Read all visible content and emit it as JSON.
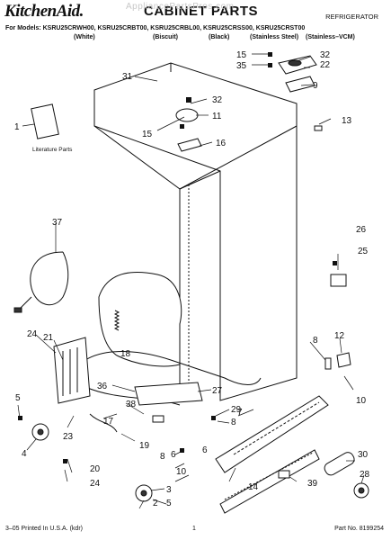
{
  "header": {
    "brand": "KitchenAid.",
    "title": "CABINET PARTS",
    "appliance": "REFRIGERATOR",
    "models": "For Models: KSRU25CRWH00, KSRU25CRBT00, KSRU25CRBL00, KSRU25CRSS00, KSRU25CRST00",
    "colors": [
      "(White)",
      "(Biscuit)",
      "(Black)",
      "(Stainless Steel)",
      "(Stainless–VCM)"
    ],
    "watermark": "AppliancePartsPros.com"
  },
  "diagram": {
    "literature_label": "Literature Parts",
    "callouts": [
      "1",
      "2",
      "3",
      "4",
      "5",
      "6",
      "7",
      "8",
      "9",
      "10",
      "11",
      "12",
      "13",
      "14",
      "15",
      "16",
      "17",
      "18",
      "19",
      "20",
      "21",
      "22",
      "23",
      "24",
      "25",
      "26",
      "27",
      "28",
      "29",
      "30",
      "31",
      "32",
      "35",
      "36",
      "37",
      "38",
      "39"
    ]
  },
  "footer": {
    "printed": "3–05 Printed In U.S.A. (kdr)",
    "page": "1",
    "part_no": "Part No. 8199254"
  }
}
